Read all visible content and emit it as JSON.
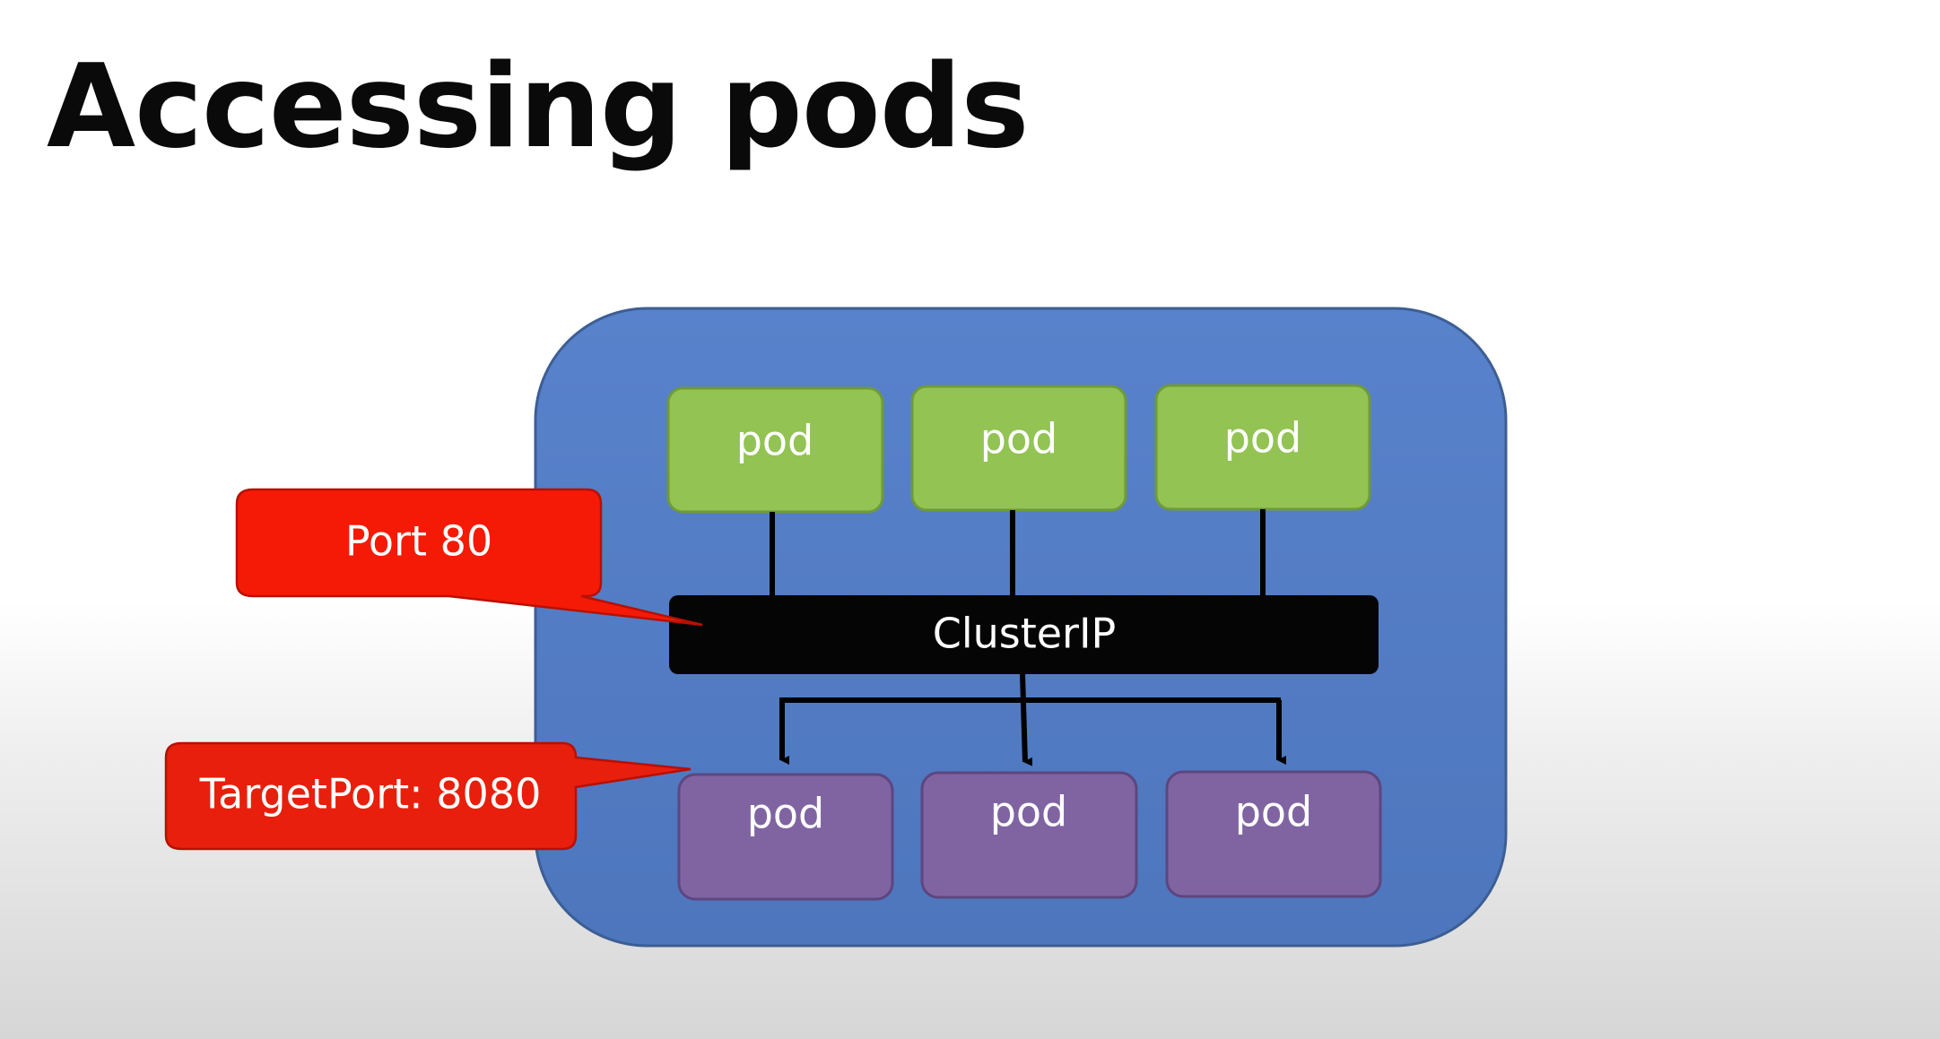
{
  "slide": {
    "title": "Accessing pods"
  },
  "diagram": {
    "pods_top": [
      "pod",
      "pod",
      "pod"
    ],
    "service_label": "ClusterIP",
    "pods_bottom": [
      "pod",
      "pod",
      "pod"
    ],
    "callouts": {
      "port": "Port 80",
      "target_port": "TargetPort: 8080"
    }
  },
  "colors": {
    "cluster_fill": "#5580c8",
    "top_pod_fill": "#92c353",
    "bottom_pod_fill": "#8064a2",
    "service_fill": "#050505",
    "callout_fill": "#f51a05"
  }
}
